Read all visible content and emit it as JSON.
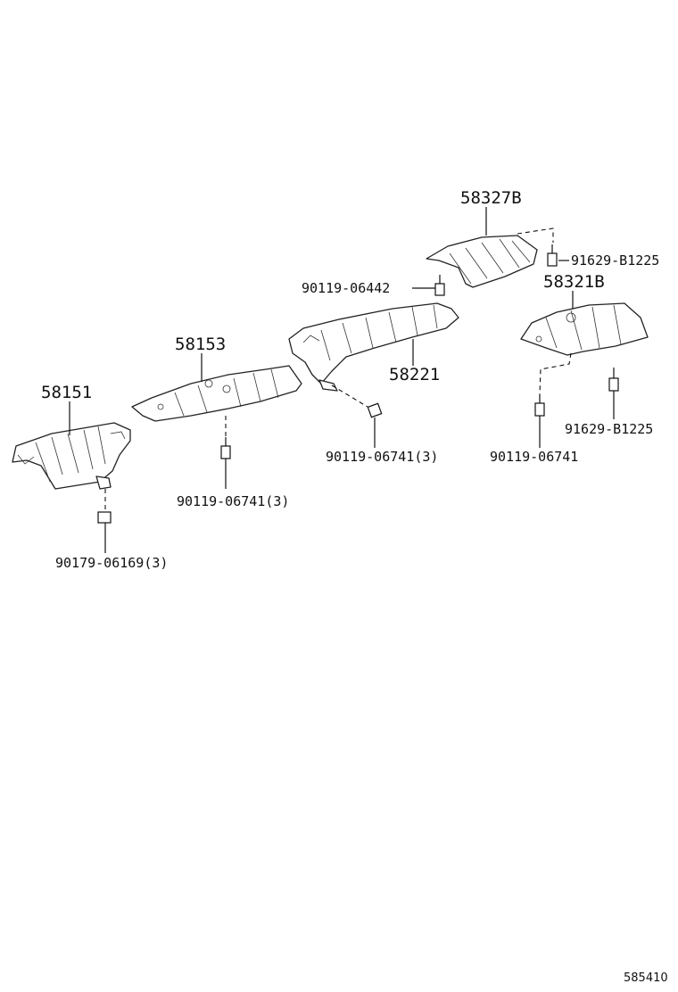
{
  "parts": {
    "p58327b": "58327B",
    "p58321b": "58321B",
    "p58153": "58153",
    "p58151": "58151",
    "p58221": "58221"
  },
  "fasteners": {
    "f91629_top": "91629-B1225",
    "f91629_right": "91629-B1225",
    "f90119_06442": "90119-06442",
    "f90119_center": "90119-06741(3)",
    "f90119_left": "90119-06741(3)",
    "f90119_right": "90119-06741",
    "f90179": "90179-06169(3)"
  },
  "diagram_id": "585410"
}
